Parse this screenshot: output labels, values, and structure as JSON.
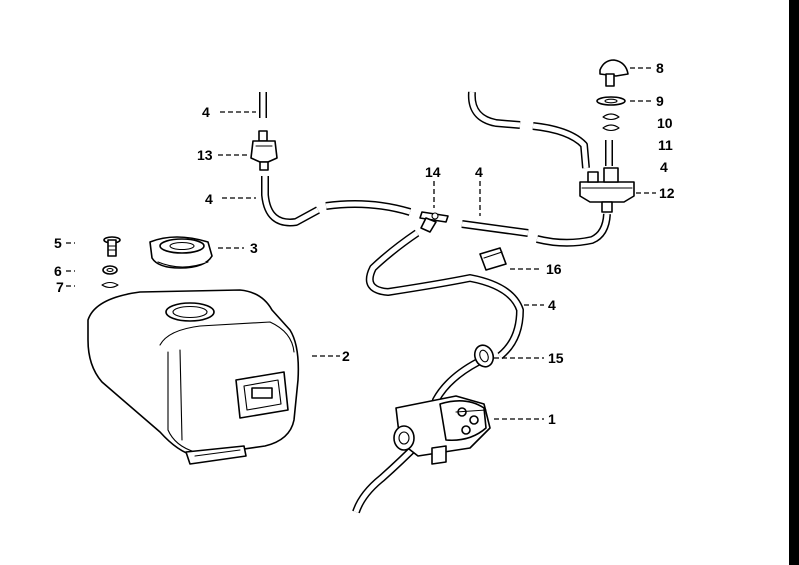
{
  "diagram": {
    "callouts": {
      "c1": "1",
      "c2": "2",
      "c3": "3",
      "c4_top": "4",
      "c4_left": "4",
      "c4_mid": "4",
      "c4_right": "4",
      "c4_pump": "4",
      "c5": "5",
      "c6": "6",
      "c7": "7",
      "c8": "8",
      "c9": "9",
      "c10": "10",
      "c11": "11",
      "c12": "12",
      "c13": "13",
      "c14": "14",
      "c15": "15",
      "c16": "16"
    },
    "line_color": "#000000",
    "background_color": "#ffffff"
  }
}
